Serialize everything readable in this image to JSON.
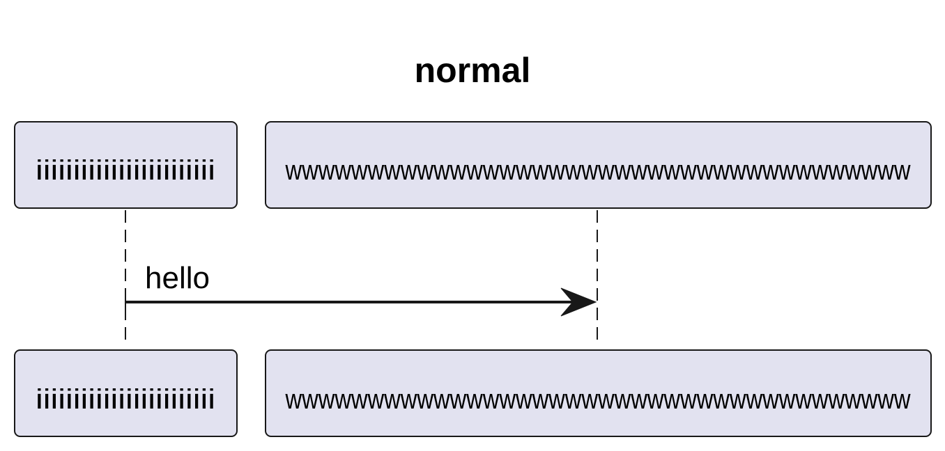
{
  "diagram": {
    "title": "normal",
    "participants": [
      {
        "label": "iiiiiiiiiiiiiiiiiiiiiiii"
      },
      {
        "label": "wwwwwwwwwwwwwwwwwwwwwwwwwwwwwwwwwwwwww"
      }
    ],
    "messages": [
      {
        "label": "hello"
      }
    ],
    "colors": {
      "participant_fill": "#E2E2F0",
      "stroke": "#181818"
    }
  }
}
